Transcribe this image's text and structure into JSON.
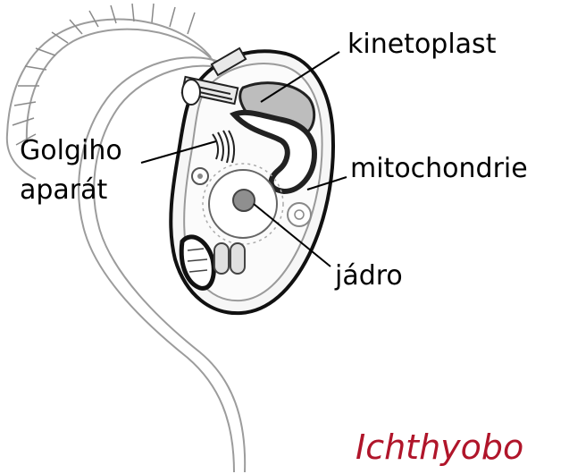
{
  "labels": {
    "kinetoplast": "kinetoplast",
    "golgi_line1": "Golgiho",
    "golgi_line2": "aparát",
    "mitochondria": "mitochondrie",
    "nucleus": "jádro"
  },
  "caption": "Ichthyobo",
  "colors": {
    "caption": "#b0152a",
    "outline": "#111111",
    "membrane": "#9a9a9a",
    "flagellum": "#9c9c9c",
    "kinetoplast_fill": "#bdbdbd",
    "nucleolus": "#8f8f8f"
  }
}
